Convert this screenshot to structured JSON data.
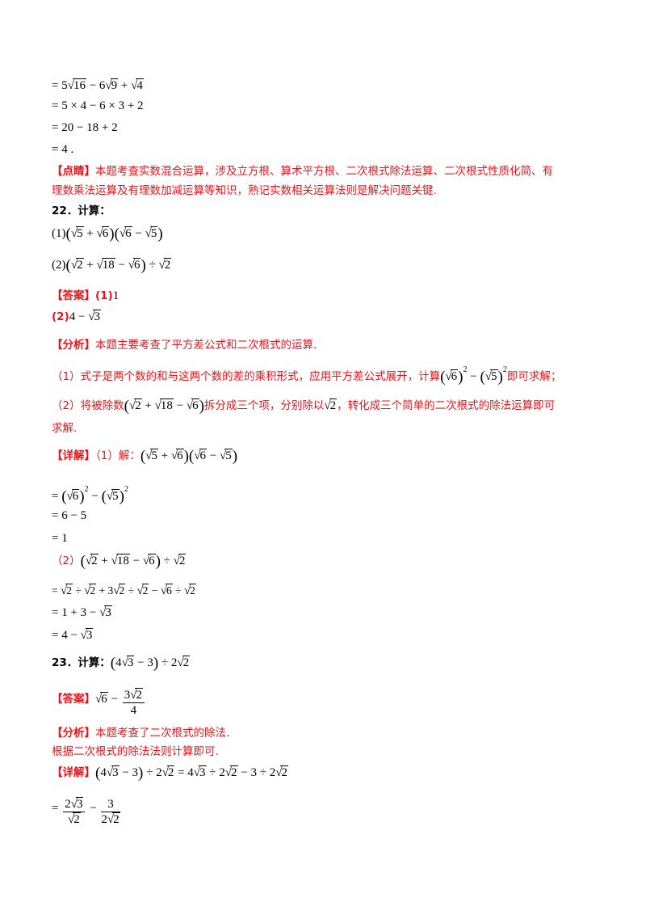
{
  "q21": {
    "l1": "=5√16 − 6√9 + √4",
    "l2": "= 5 × 4 − 6 × 3 + 2",
    "l3": "= 20 − 18 + 2",
    "l4": "= 4 .",
    "dianjing_tag": "【点睛】",
    "dianjing_text_1": "本题考查实数混合运算，涉及立方根、算术平方根、二次根式除法运算、二次根式性质化简、有",
    "dianjing_text_2": "理数乘法运算及有理数加减运算等知识，熟记实数相关运算法则是解决问题关键."
  },
  "q22": {
    "heading": "22．计算：",
    "p1": "(1)",
    "p2": "(2)",
    "answer_tag": "【答案】",
    "answer_1_label": "(1)",
    "answer_1_value": "1",
    "answer_2_label": "(2)",
    "analysis_tag": "【分析】",
    "analysis_text": "本题主要考查了平方差公式和二次根式的运算.",
    "a1_prefix": "（1）式子是两个数的和与这两个数的差的乘积形式，应用平方差公式展开，计算",
    "a1_suffix": "即可求解；",
    "a2_prefix": "（2）将被除数",
    "a2_mid": "拆分成三个项，分别除以",
    "a2_suffix": "，转化成三个简单的二次根式的除法运算即可",
    "a2_cont": "求解.",
    "detail_tag": "【详解】",
    "detail_1_label": "（1）解：",
    "d1_l3": "= 6 − 5",
    "d1_l4": "= 1",
    "detail_2_label": "（2）",
    "d2_l2": "= 1 + 3 − √3",
    "d2_l3": "= 4 − √3"
  },
  "q23": {
    "heading": "23．计算：",
    "answer_tag": "【答案】",
    "analysis_tag": "【分析】",
    "analysis_text": "本题考查了二次根式的除法.",
    "analysis_text_2": "根据二次根式的除法法则计算即可.",
    "detail_tag": "【详解】"
  }
}
